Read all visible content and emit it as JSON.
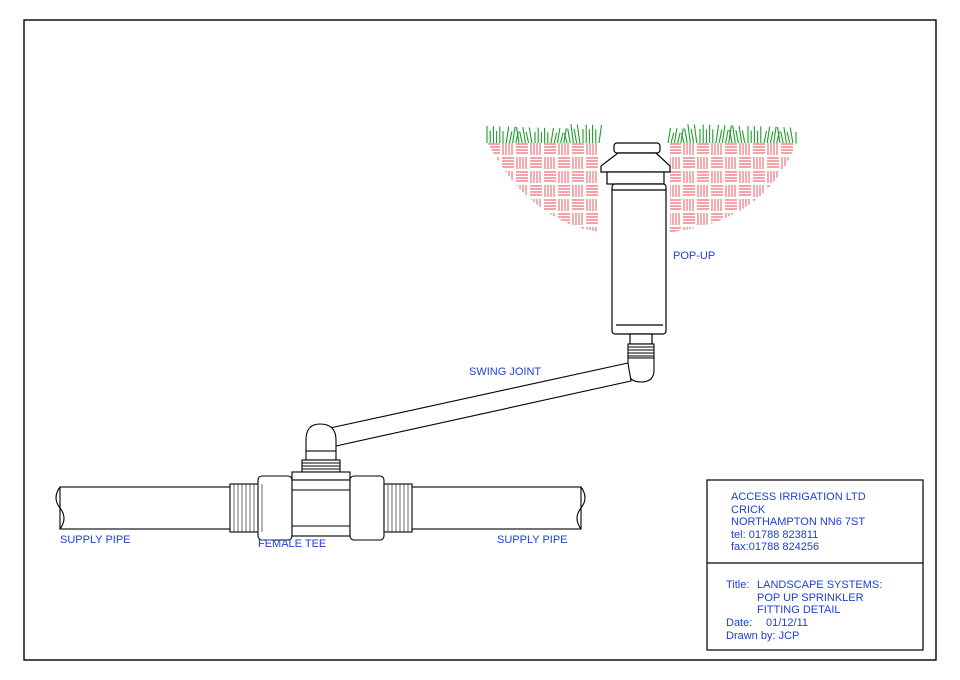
{
  "labels": {
    "popup": "POP-UP",
    "swing_joint": "SWING JOINT",
    "supply_pipe_left": "SUPPLY PIPE",
    "female_tee": "FEMALE TEE",
    "supply_pipe_right": "SUPPLY PIPE"
  },
  "title_block": {
    "company": "ACCESS IRRIGATION LTD",
    "town": "CRICK",
    "postal": "NORTHAMPTON NN6 7ST",
    "tel": "tel: 01788 823811",
    "fax": "fax:01788 824256",
    "title_label": "Title:",
    "title_line1": "LANDSCAPE SYSTEMS:",
    "title_line2": "POP UP SPRINKLER",
    "title_line3": "FITTING DETAIL",
    "date_label": "Date:",
    "date_value": "01/12/11",
    "drawn_by": "Drawn by: JCP"
  },
  "colors": {
    "line": "#000000",
    "label_text": "#1f3fd6",
    "soil": "#e8474f",
    "grass": "#1e9e2a"
  }
}
